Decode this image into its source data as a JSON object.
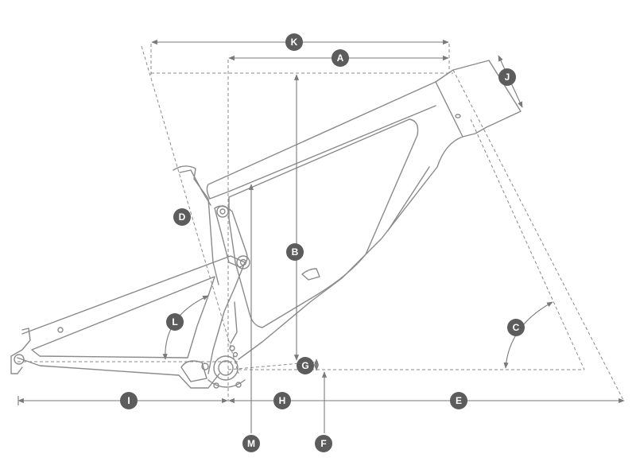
{
  "labels": {
    "A": "A",
    "B": "B",
    "C": "C",
    "D": "D",
    "E": "E",
    "F": "F",
    "G": "G",
    "H": "H",
    "I": "I",
    "J": "J",
    "K": "K",
    "L": "L",
    "M": "M"
  },
  "colors": {
    "badge": "#5c5c5c",
    "line": "#8a8a8a",
    "background": "#ffffff"
  }
}
